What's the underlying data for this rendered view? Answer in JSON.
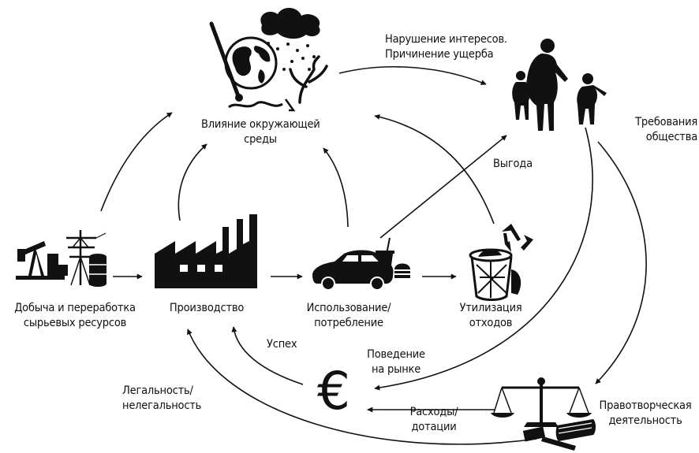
{
  "nodes": {
    "environment": [
      "Влияние окружающей",
      "среды"
    ],
    "society": [],
    "raw_materials": [
      "Добыча и переработка",
      "сырьевых ресурсов"
    ],
    "production": [
      "Производство"
    ],
    "consumption": [
      "Использование/",
      "потребление"
    ],
    "waste": [
      "Утилизация",
      "отходов"
    ],
    "money": "€",
    "lawmaking": [
      "Правотворческая",
      "деятельность"
    ]
  },
  "edges": {
    "harm": [
      "Нарушение интересов.",
      "Причинение ущерба"
    ],
    "society_demands": [
      "Требования",
      "общества"
    ],
    "benefit": "Выгода",
    "market_behavior": [
      "Поведение",
      "на рынке"
    ],
    "success": "Успех",
    "legality": [
      "Легальность/",
      "нелегальность"
    ],
    "expenses": [
      "Расходы/",
      "дотации"
    ]
  },
  "icons": [
    "globe-pollution-icon",
    "family-icon",
    "oil-pump-icon",
    "power-pole-icon",
    "barrel-icon",
    "factory-icon",
    "car-icon",
    "cup-icon",
    "burger-icon",
    "trash-bin-icon",
    "recycle-icon",
    "scales-icon",
    "gavel-icon",
    "book-icon"
  ],
  "colors": {
    "ink": "#111111",
    "background": "#ffffff"
  }
}
